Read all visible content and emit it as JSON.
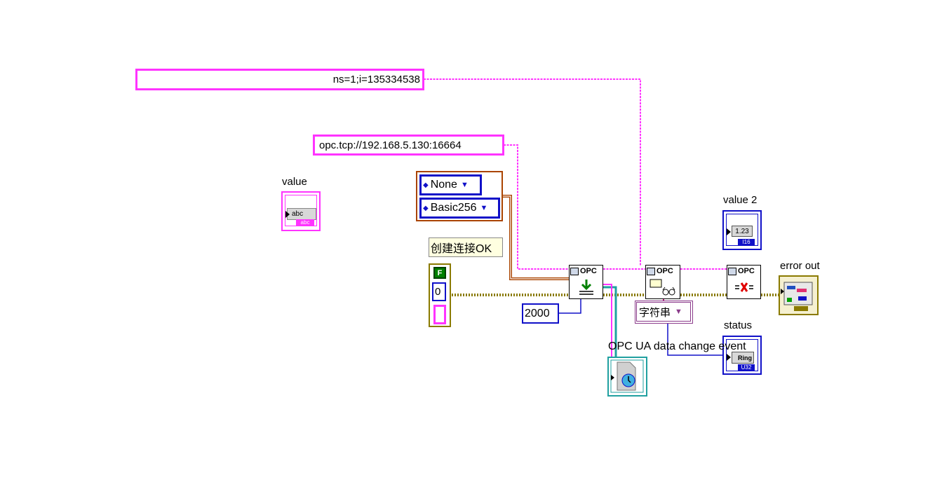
{
  "diagram": {
    "node_id_constant": "ns=1;i=135334538",
    "endpoint_url_constant": "opc.tcp://192.168.5.130:16664",
    "security_mode": "None",
    "security_policy": "Basic256",
    "connection_label": "创建连接OK",
    "boolean_indicator_glyph": "F",
    "numeric_indicator_value": "0",
    "timeout_constant": "2000",
    "data_type_selector": "字符串",
    "event_label": "OPC UA data change event",
    "value_indicator": {
      "label": "value",
      "glyph": "abc",
      "type_tag": "abc"
    },
    "value2_indicator": {
      "label": "value 2",
      "glyph": "1.23",
      "type_tag": "I16"
    },
    "status_indicator": {
      "label": "status",
      "glyph": "Ring",
      "type_tag": "U32"
    },
    "error_out_indicator": {
      "label": "error out"
    },
    "opc_vi_header": "OPC",
    "colors": {
      "string_wire": "#ff33ff",
      "error_wire": "#8a7a00",
      "enum_wire": "#aa4400",
      "numeric_blue": "#1010c8",
      "event_teal": "#20a0a0"
    },
    "icons": [
      "connect-icon",
      "read-icon",
      "close-icon",
      "event-refnum-icon",
      "cluster-indicator-icon"
    ]
  }
}
